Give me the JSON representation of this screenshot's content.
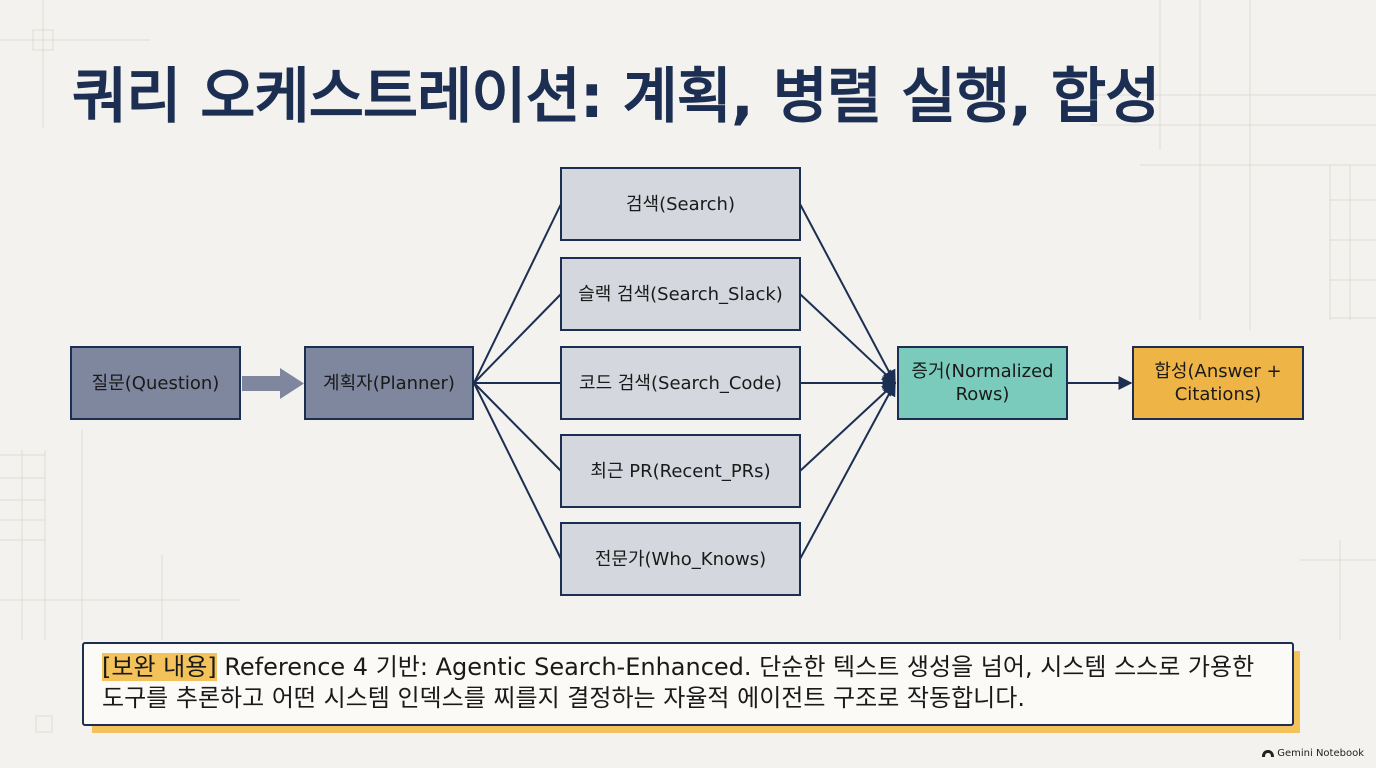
{
  "title": "쿼리 오케스트레이션: 계획, 병렬 실행, 합성",
  "nodes": {
    "question": "질문(Question)",
    "planner": "계획자(Planner)",
    "tools": [
      "검색(Search)",
      "슬랙 검색(Search_Slack)",
      "코드 검색(Search_Code)",
      "최근 PR(Recent_PRs)",
      "전문가(Who_Knows)"
    ],
    "evidence": [
      "증거(Normalized",
      "Rows)"
    ],
    "synthesis": [
      "합성(Answer +",
      "Citations)"
    ]
  },
  "note": {
    "tag": "[보완 내용]",
    "text": " Reference 4 기반: Agentic Search-Enhanced. 단순한 텍스트 생성을 넘어, 시스템 스스로 가용한 도구를 추론하고 어떤 시스템 인덱스를 찌를지 결정하는 자율적 에이전트 구조로 작동합니다."
  },
  "brand": "Gemini Notebook",
  "colors": {
    "title": "#1c2f52",
    "question_planner": "#7f879e",
    "tool": "#d4d7dd",
    "evidence": "#7bcbbd",
    "synthesis": "#efb446",
    "highlight": "#f4c25a"
  }
}
